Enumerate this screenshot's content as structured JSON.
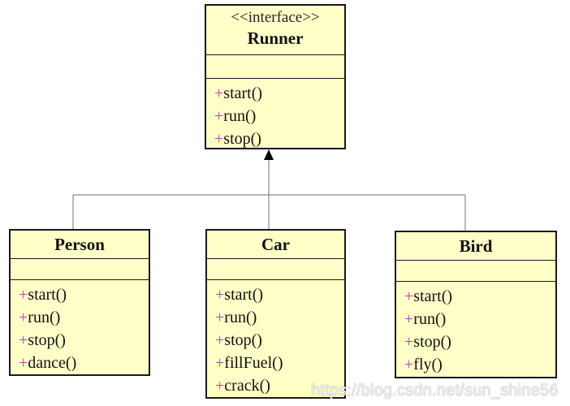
{
  "diagram": {
    "interface": {
      "stereotype": "<<interface>>",
      "name": "Runner",
      "methods": [
        "start()",
        "run()",
        "stop()"
      ]
    },
    "classes": [
      {
        "name": "Person",
        "methods": [
          "start()",
          "run()",
          "stop()",
          "dance()"
        ]
      },
      {
        "name": "Car",
        "methods": [
          "start()",
          "run()",
          "stop()",
          "fillFuel()",
          "crack()"
        ]
      },
      {
        "name": "Bird",
        "methods": [
          "start()",
          "run()",
          "stop()",
          "fly()"
        ]
      }
    ],
    "visibility_symbol": "+",
    "relationship": "realization"
  },
  "colors": {
    "box_fill": "#ffffc8",
    "border": "#1a1a1a",
    "plus_symbol": "#b04aa8",
    "connector": "#888888"
  },
  "watermark": "https://blog.csdn.net/sun_shine56"
}
